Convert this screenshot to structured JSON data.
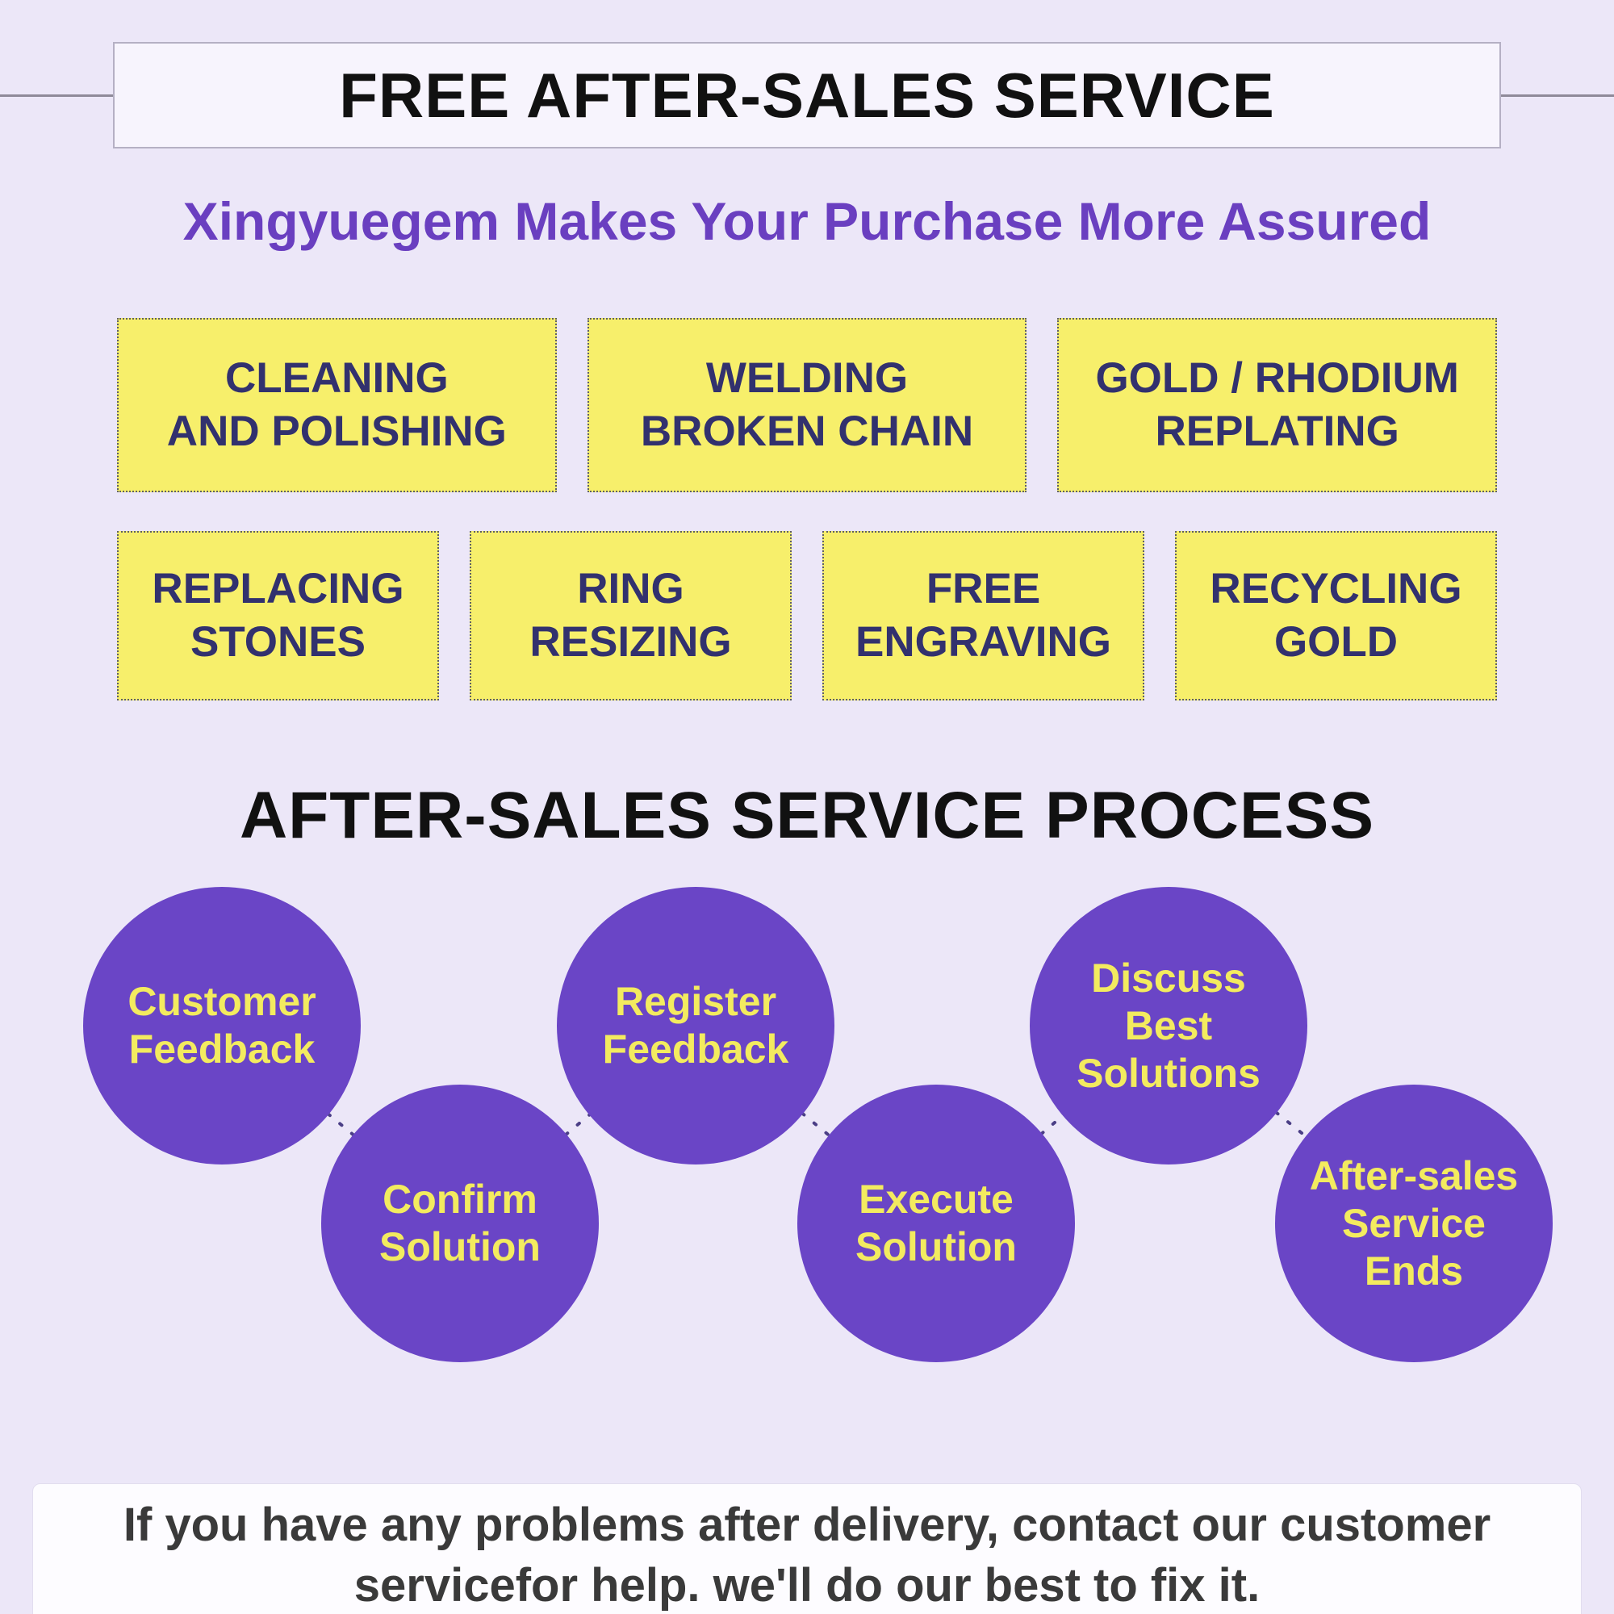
{
  "page": {
    "title": "FREE AFTER-SALES SERVICE",
    "subtitle": "Xingyuegem Makes Your Purchase More Assured"
  },
  "services": {
    "row1": [
      {
        "label": "CLEANING\nAND POLISHING"
      },
      {
        "label": "WELDING\nBROKEN CHAIN"
      },
      {
        "label": "GOLD / RHODIUM\nREPLATING"
      }
    ],
    "row2": [
      {
        "label": "REPLACING\nSTONES"
      },
      {
        "label": "RING\nRESIZING"
      },
      {
        "label": "FREE\nENGRAVING"
      },
      {
        "label": "RECYCLING\nGOLD"
      }
    ]
  },
  "process": {
    "heading": "AFTER-SALES SERVICE PROCESS",
    "steps": [
      {
        "label": "Customer\nFeedback"
      },
      {
        "label": "Confirm\nSolution"
      },
      {
        "label": "Register\nFeedback"
      },
      {
        "label": "Execute\nSolution"
      },
      {
        "label": "Discuss\nBest\nSolutions"
      },
      {
        "label": "After-sales\nService\nEnds"
      }
    ]
  },
  "footer": {
    "note": "If you have any problems after delivery, contact our customer\nservicefor help.  we'll do our best to fix it."
  },
  "colors": {
    "background": "#ece7f8",
    "accent_purple": "#6a3fc0",
    "circle_purple": "#6a45c6",
    "box_yellow": "#f7ef6b",
    "box_text_navy": "#32316e",
    "circle_text_yellow": "#f3eb5f",
    "heading_black": "#111111"
  }
}
